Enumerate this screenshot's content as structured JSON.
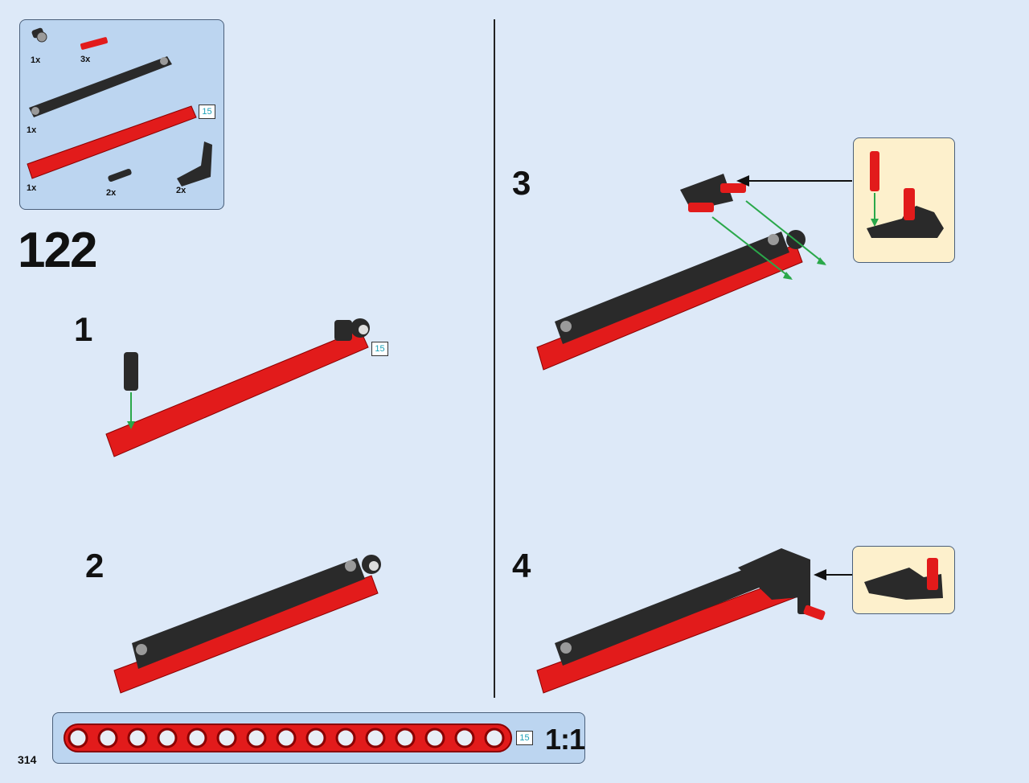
{
  "parts_list": {
    "items": [
      {
        "qty": "1x",
        "icon": "pin-connector-icon"
      },
      {
        "qty": "3x",
        "icon": "red-axle-icon"
      },
      {
        "qty": "1x",
        "icon": "gear-rack-icon"
      },
      {
        "qty": "1x",
        "icon": "red-beam-15-icon",
        "length_tag": "15"
      },
      {
        "qty": "2x",
        "icon": "pin-icon"
      },
      {
        "qty": "2x",
        "icon": "angle-beam-icon"
      }
    ]
  },
  "page_step": "122",
  "steps": [
    {
      "number": "1",
      "length_tag": "15"
    },
    {
      "number": "2"
    },
    {
      "number": "3"
    },
    {
      "number": "4"
    }
  ],
  "ruler": {
    "length_tag": "15",
    "scale": "1:1"
  },
  "folio": "314",
  "colors": {
    "background": "#dde9f8",
    "beam_red": "#e21b1b",
    "rack_black": "#2a2a2a",
    "callout": "#fdf0cc",
    "arrow_green": "#2aa84a"
  }
}
